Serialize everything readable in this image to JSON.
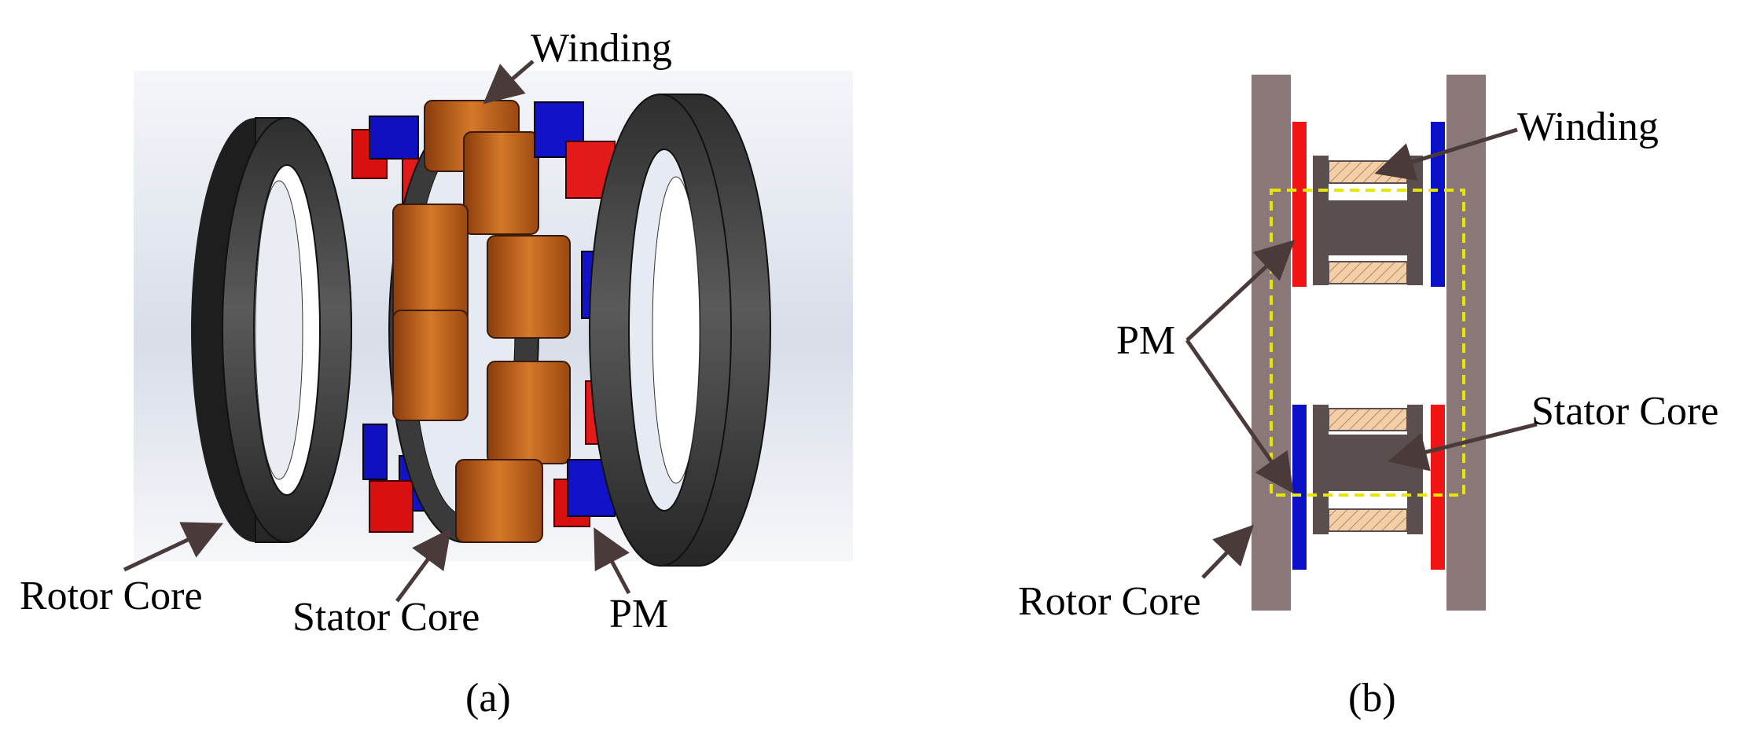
{
  "colors": {
    "rotor_core_3d": "#3c3c3c",
    "rotor_core_2d": "#8a7878",
    "winding": "#c86a1e",
    "winding_2d": "#e8b890",
    "stator_core_2d": "#5a4e4e",
    "pm_red": "#e81010",
    "pm_blue": "#0a10c8",
    "dashed_box": "#e6e600",
    "arrow": "#4a3a3a",
    "background_panel": "#e6eaf2"
  },
  "panel_a": {
    "caption": "(a)",
    "labels": {
      "winding": "Winding",
      "rotor_core": "Rotor Core",
      "stator_core": "Stator Core",
      "pm": "PM"
    }
  },
  "panel_b": {
    "caption": "(b)",
    "labels": {
      "winding": "Winding",
      "pm": "PM",
      "stator_core": "Stator Core",
      "rotor_core": "Rotor Core"
    }
  }
}
